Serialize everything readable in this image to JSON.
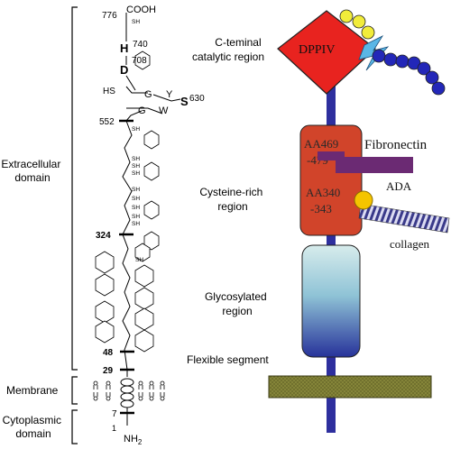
{
  "domain_labels": {
    "extracellular": [
      "Extracellular",
      "domain"
    ],
    "membrane": "Membrane",
    "cytoplasmic": [
      "Cytoplasmic",
      "domain"
    ]
  },
  "chain": {
    "cooh": "COOH",
    "nh2": "NH",
    "nh2_sub": "2",
    "residue_numbers": [
      "776",
      "740",
      "708",
      "630",
      "552",
      "324",
      "48",
      "29",
      "7",
      "1"
    ],
    "residues": {
      "h": "H",
      "d": "D",
      "s": "S",
      "g1": "G",
      "y": "Y",
      "g2": "G",
      "w": "W"
    },
    "sh": "SH",
    "hs": "HS",
    "membrane_lipid_chars": [
      "ᾴ",
      "ᾴ"
    ]
  },
  "regions": {
    "catalytic": [
      "C-teminal",
      "catalytic region"
    ],
    "cysteine": [
      "Cysteine-rich",
      "region"
    ],
    "glycosylated": [
      "Glycosylated",
      "region"
    ],
    "flexible": "Flexible segment"
  },
  "annotations": {
    "dppiv": "DPPIV",
    "fibronectin": "Fibronectin",
    "aa469": [
      "AA469",
      "-479"
    ],
    "aa340": [
      "AA340",
      "-343"
    ],
    "ada": "ADA",
    "collagen": "collagen"
  },
  "colors": {
    "stalk": "#2e2f9e",
    "dppiv_diamond": "#e8231f",
    "cysteine_box": "#d1442a",
    "fibronectin_bar": "#6b2a73",
    "ada_ball": "#f4c400",
    "membrane_bar": "#6b6b2a",
    "beads_yellow": "#f1ec3a",
    "beads_blue": "#2327b8"
  }
}
